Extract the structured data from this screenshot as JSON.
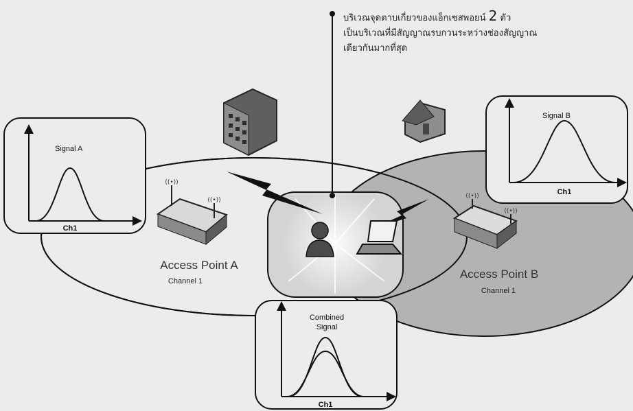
{
  "callout": {
    "line1_prefix": "บริเวณจุดตาบเกี่ยวของแอ็กเซสพอยน์",
    "line1_number": "2",
    "line1_suffix": "ตัว",
    "line2": "เป็นบริเวณที่มีสัญญาณรบกวนระหว่างช่องสัญญาณ",
    "line3": "เดียวกันมากที่สุด"
  },
  "signal_a": {
    "title": "Signal A",
    "axis_label": "Ch1"
  },
  "signal_b": {
    "title": "Signal B",
    "axis_label": "Ch1"
  },
  "combined": {
    "title_line1": "Combined",
    "title_line2": "Signal",
    "axis_label": "Ch1"
  },
  "access_point_a": {
    "name": "Access Point A",
    "channel": "Channel 1"
  },
  "access_point_b": {
    "name": "Access Point B",
    "channel": "Channel 1"
  },
  "icons": [
    "building-icon",
    "house-icon",
    "access-point-a-icon",
    "access-point-b-icon",
    "user-icon",
    "laptop-icon",
    "wireless-signal-icon"
  ],
  "colors": {
    "background": "#ececec",
    "coverage_b_fill": "#b3b3b3",
    "line": "#111111"
  }
}
